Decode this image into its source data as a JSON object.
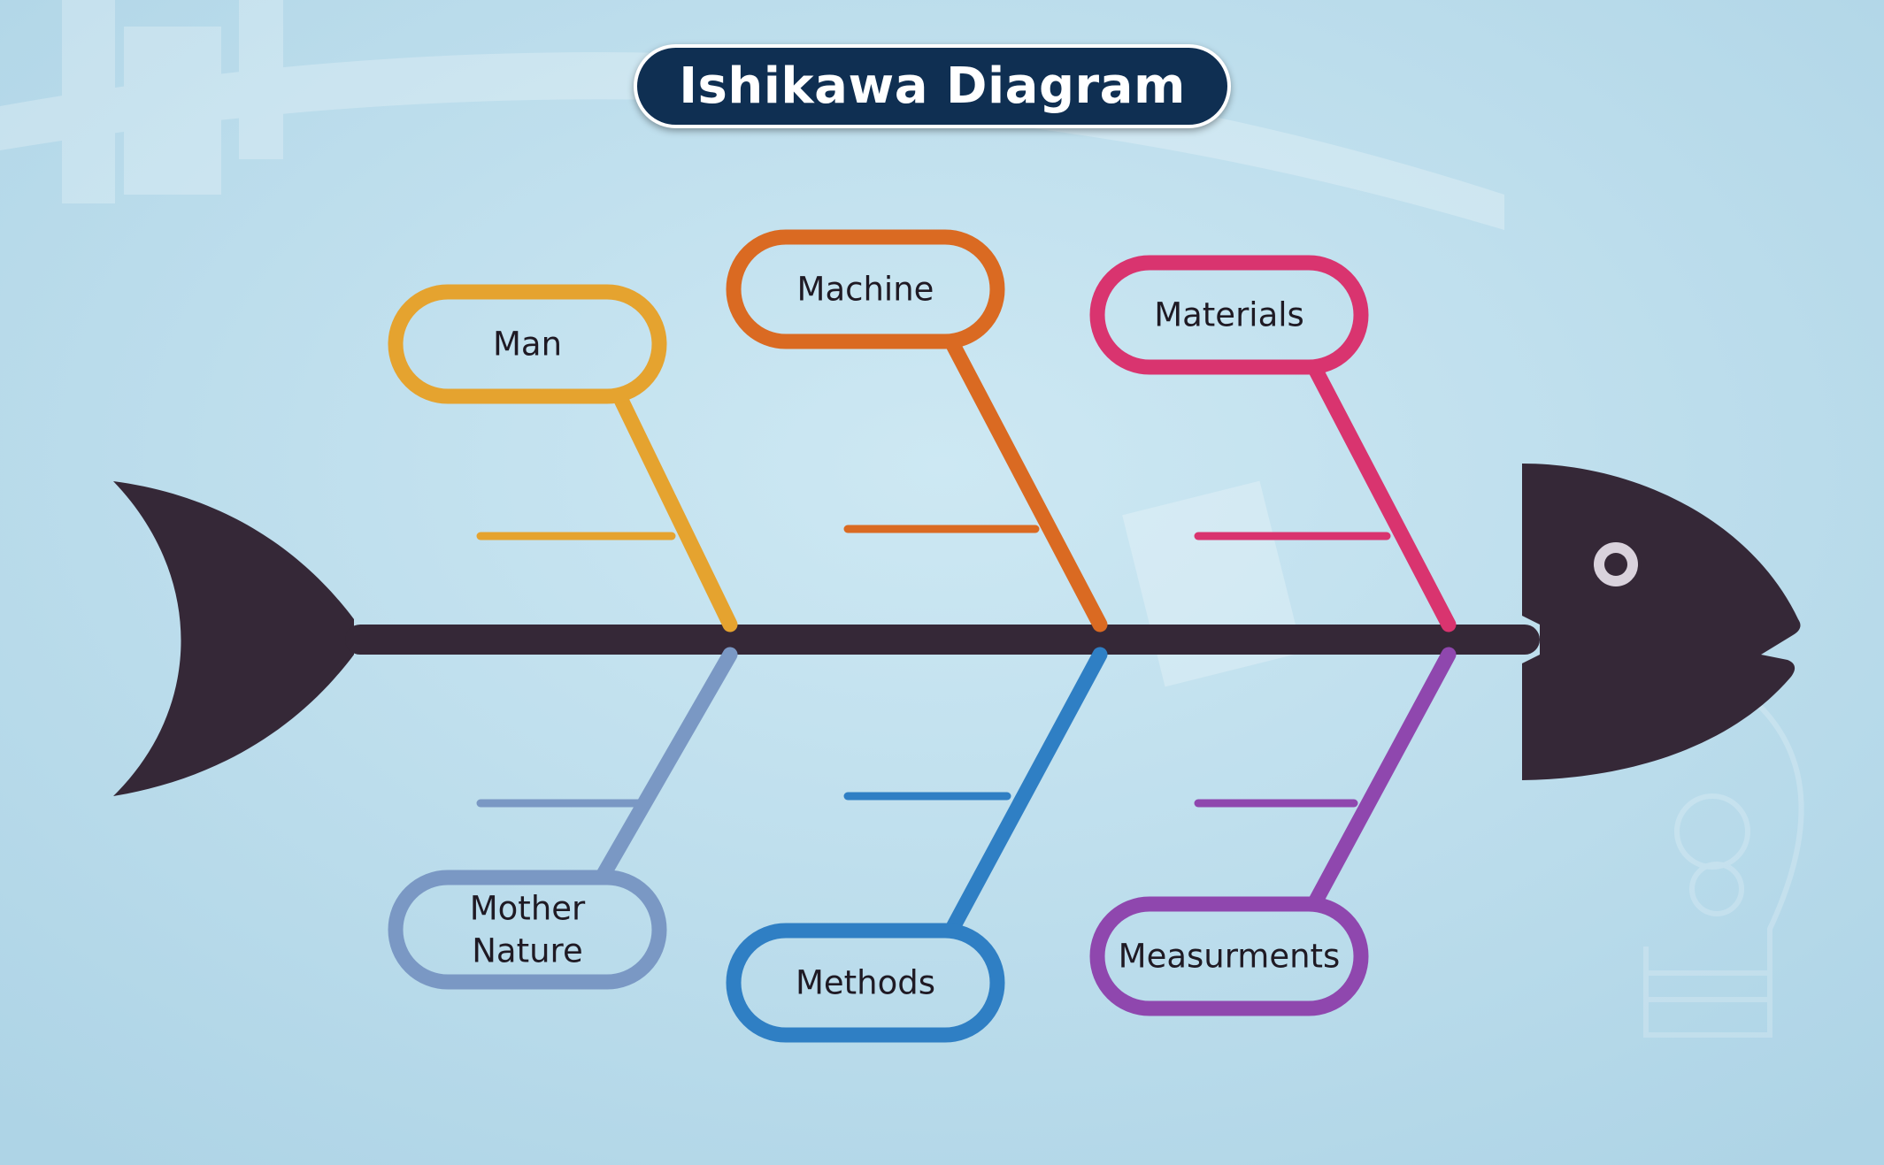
{
  "title": "Ishikawa Diagram",
  "causes": [
    {
      "id": "man",
      "lines": [
        "Man"
      ],
      "color": "#e5a32f"
    },
    {
      "id": "machine",
      "lines": [
        "Machine"
      ],
      "color": "#da6a22"
    },
    {
      "id": "materials",
      "lines": [
        "Materials"
      ],
      "color": "#d9346f"
    },
    {
      "id": "mother-nature",
      "lines": [
        "Mother",
        "Nature"
      ],
      "color": "#7a98c4"
    },
    {
      "id": "methods",
      "lines": [
        "Methods"
      ],
      "color": "#2f7fc4"
    },
    {
      "id": "measurments",
      "lines": [
        "Measurments"
      ],
      "color": "#8f47ae"
    }
  ],
  "colors": {
    "background": "#b9dceb",
    "fish": "#352837",
    "eye": "#d9d2dc",
    "title_bg": "#0f2f52",
    "title_text": "#ffffff"
  }
}
